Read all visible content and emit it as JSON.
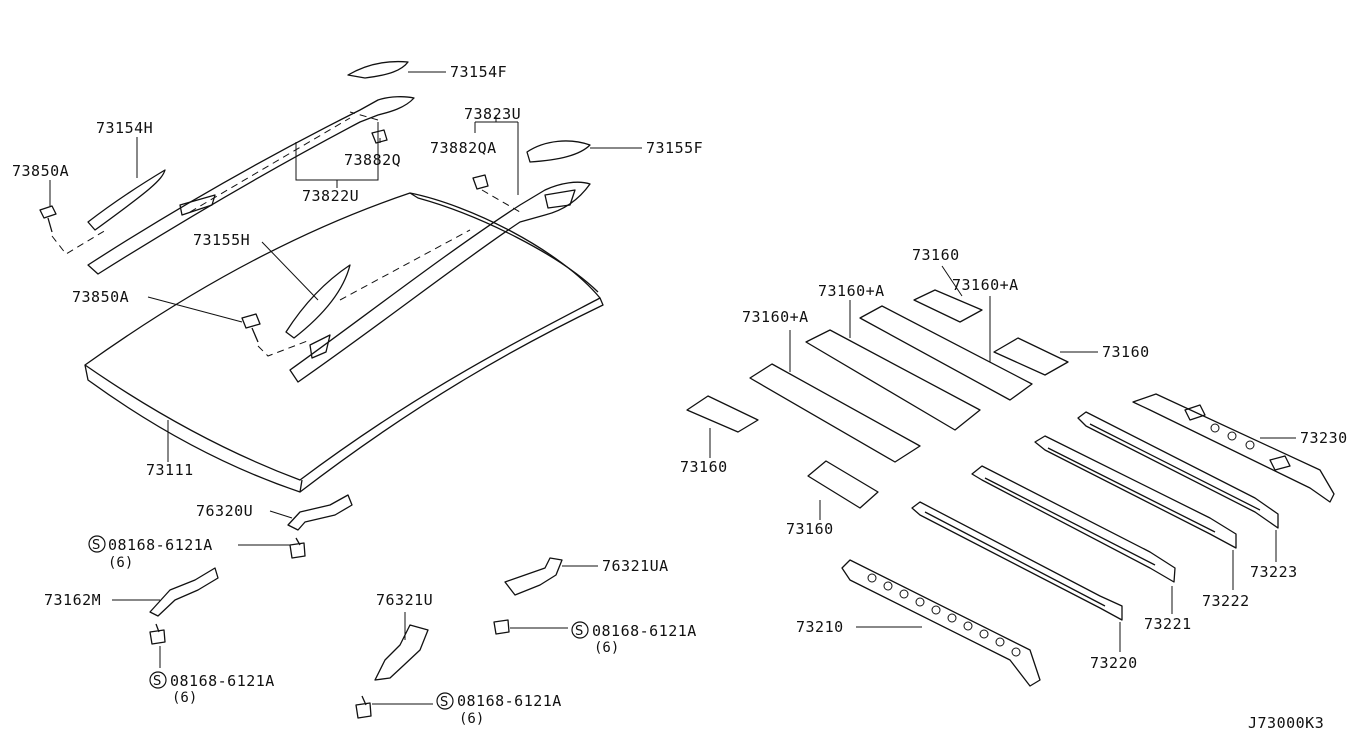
{
  "diagram_code": "J73000K3",
  "symbol_letter": "S",
  "parts": {
    "p73154F": "73154F",
    "p73823U": "73823U",
    "p73882QA": "73882QA",
    "p73155F": "73155F",
    "p73154H": "73154H",
    "p73882Q": "73882Q",
    "p73850A_top": "73850A",
    "p73822U": "73822U",
    "p73155H": "73155H",
    "p73850A_mid": "73850A",
    "p73111": "73111",
    "p76320U": "76320U",
    "p73162M": "73162M",
    "p76321U": "76321U",
    "p76321UA": "76321UA",
    "p73160_top": "73160",
    "p73160A_1": "73160+A",
    "p73160A_2": "73160+A",
    "p73160A_3": "73160+A",
    "p73160_right": "73160",
    "p73160_left": "73160",
    "p73160_bottom": "73160",
    "p73230": "73230",
    "p73223": "73223",
    "p73222": "73222",
    "p73221": "73221",
    "p73220": "73220",
    "p73210": "73210"
  },
  "fasteners": [
    {
      "part": "08168-6121A",
      "qty": "(6)"
    },
    {
      "part": "08168-6121A",
      "qty": "(6)"
    },
    {
      "part": "08168-6121A",
      "qty": "(6)"
    },
    {
      "part": "08168-6121A",
      "qty": "(6)"
    }
  ]
}
